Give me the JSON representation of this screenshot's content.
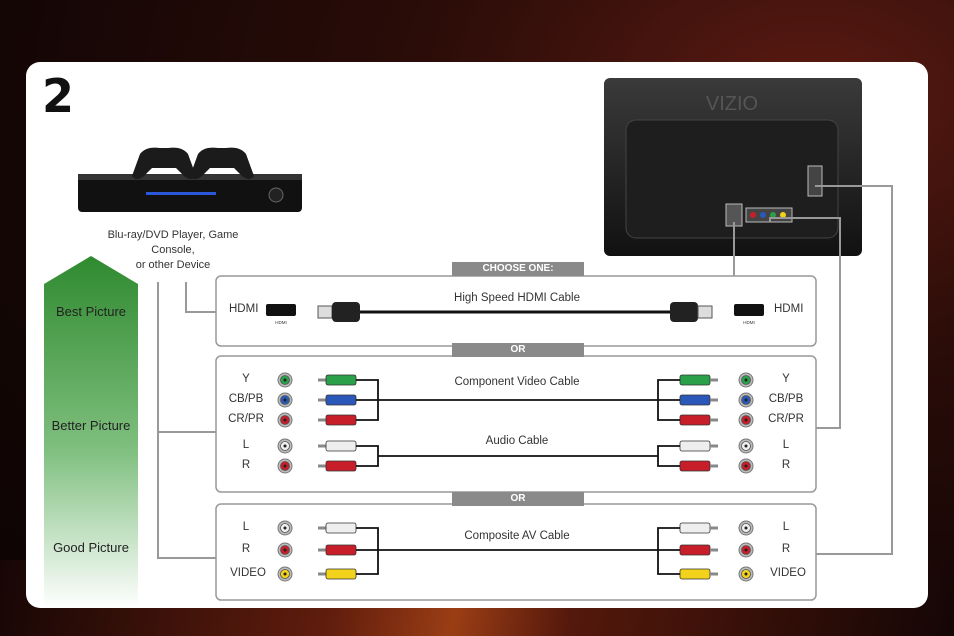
{
  "step_number": "2",
  "source_device": {
    "caption_line1": "Blu-ray/DVD Player, Game Console,",
    "caption_line2": "or other Device"
  },
  "tv_logo": "VIZIO",
  "quality_scale": [
    "Best Picture",
    "Better Picture",
    "Good Picture"
  ],
  "choose_one": "CHOOSE ONE:",
  "separator": "OR",
  "hdmi": {
    "left": "HDMI",
    "right": "HDMI",
    "cable": "High Speed HDMI Cable",
    "port_text": "HDMI"
  },
  "component": {
    "cable": "Component Video Cable",
    "ports": [
      "Y",
      "CB/PB",
      "CR/PR"
    ]
  },
  "audio": {
    "cable": "Audio Cable",
    "ports": [
      "L",
      "R"
    ]
  },
  "composite": {
    "cable": "Composite AV Cable",
    "ports": [
      "L",
      "R",
      "VIDEO"
    ]
  },
  "colors": {
    "green": "#2aa04a",
    "blue": "#2a58b8",
    "red": "#c81e2a",
    "white": "#eeeeee",
    "yellow": "#f2d21a",
    "arrow_top": "#2f8a2f",
    "arrow_bottom": "#ffffff"
  }
}
